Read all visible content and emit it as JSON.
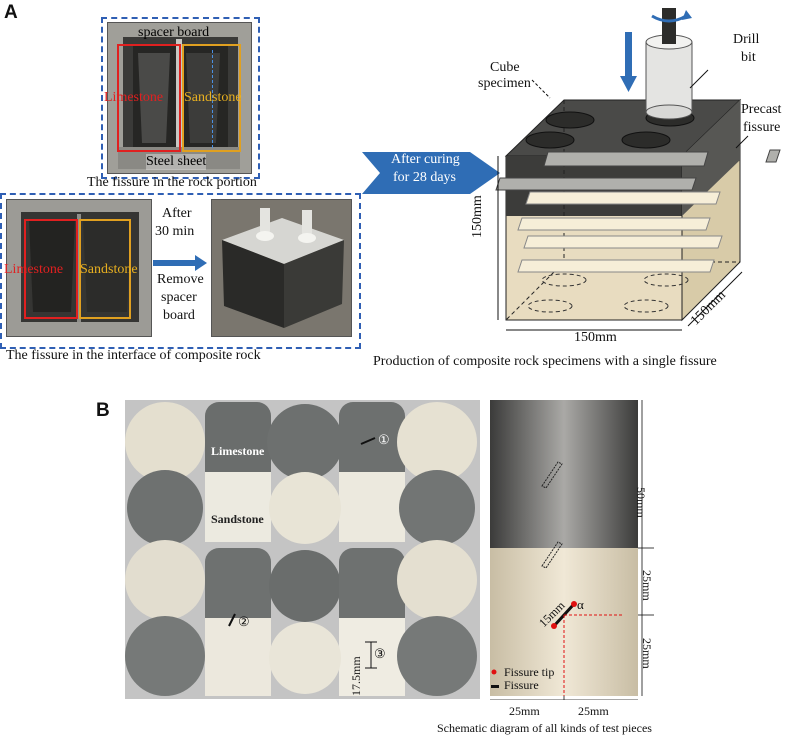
{
  "panel_a": {
    "letter": "A",
    "spacer_board": "spacer board",
    "steel_sheet": "Steel sheet",
    "limestone": "Limestone",
    "sandstone": "Sandstone",
    "caption_top": "The fissure in the rock portion",
    "after_30": "After",
    "min_30": "30 min",
    "remove": "Remove",
    "spacer": "spacer",
    "board": "board",
    "caption_bottom": "The fissure in the interface of composite rock",
    "curing_1": "After curing",
    "curing_2": "for 28 days",
    "cube_1": "Cube",
    "cube_2": "specimen",
    "drill_1": "Drill",
    "drill_2": "bit",
    "precast_1": "Precast",
    "precast_2": "fissure",
    "dim_height": "150mm",
    "dim_width": "150mm",
    "dim_depth": "150mm",
    "caption_right": "Production of composite rock specimens with a single fissure"
  },
  "panel_b": {
    "letter": "B",
    "limestone": "Limestone",
    "sandstone": "Sandstone",
    "marker_1": "①",
    "marker_2": "②",
    "marker_3": "③",
    "dim_17_5": "17.5mm",
    "dim_50": "50mm",
    "dim_25_top": "25mm",
    "dim_25_bottom": "25mm",
    "dim_15": "15mm",
    "alpha": "α",
    "legend_tip": "Fissure tip",
    "legend_fissure": "Fissure",
    "dim_25_left": "25mm",
    "dim_25_right": "25mm",
    "caption": "Schematic diagram of all kinds of test pieces"
  },
  "colors": {
    "dashed_border": "#2f5fb4",
    "limestone_outline": "#e02020",
    "sandstone_outline": "#e0a020",
    "arrow_blue": "#2f6db5",
    "cube_dark": "#4a4a48",
    "cube_light": "#e8dcc0",
    "fissure_red": "#e01010"
  }
}
